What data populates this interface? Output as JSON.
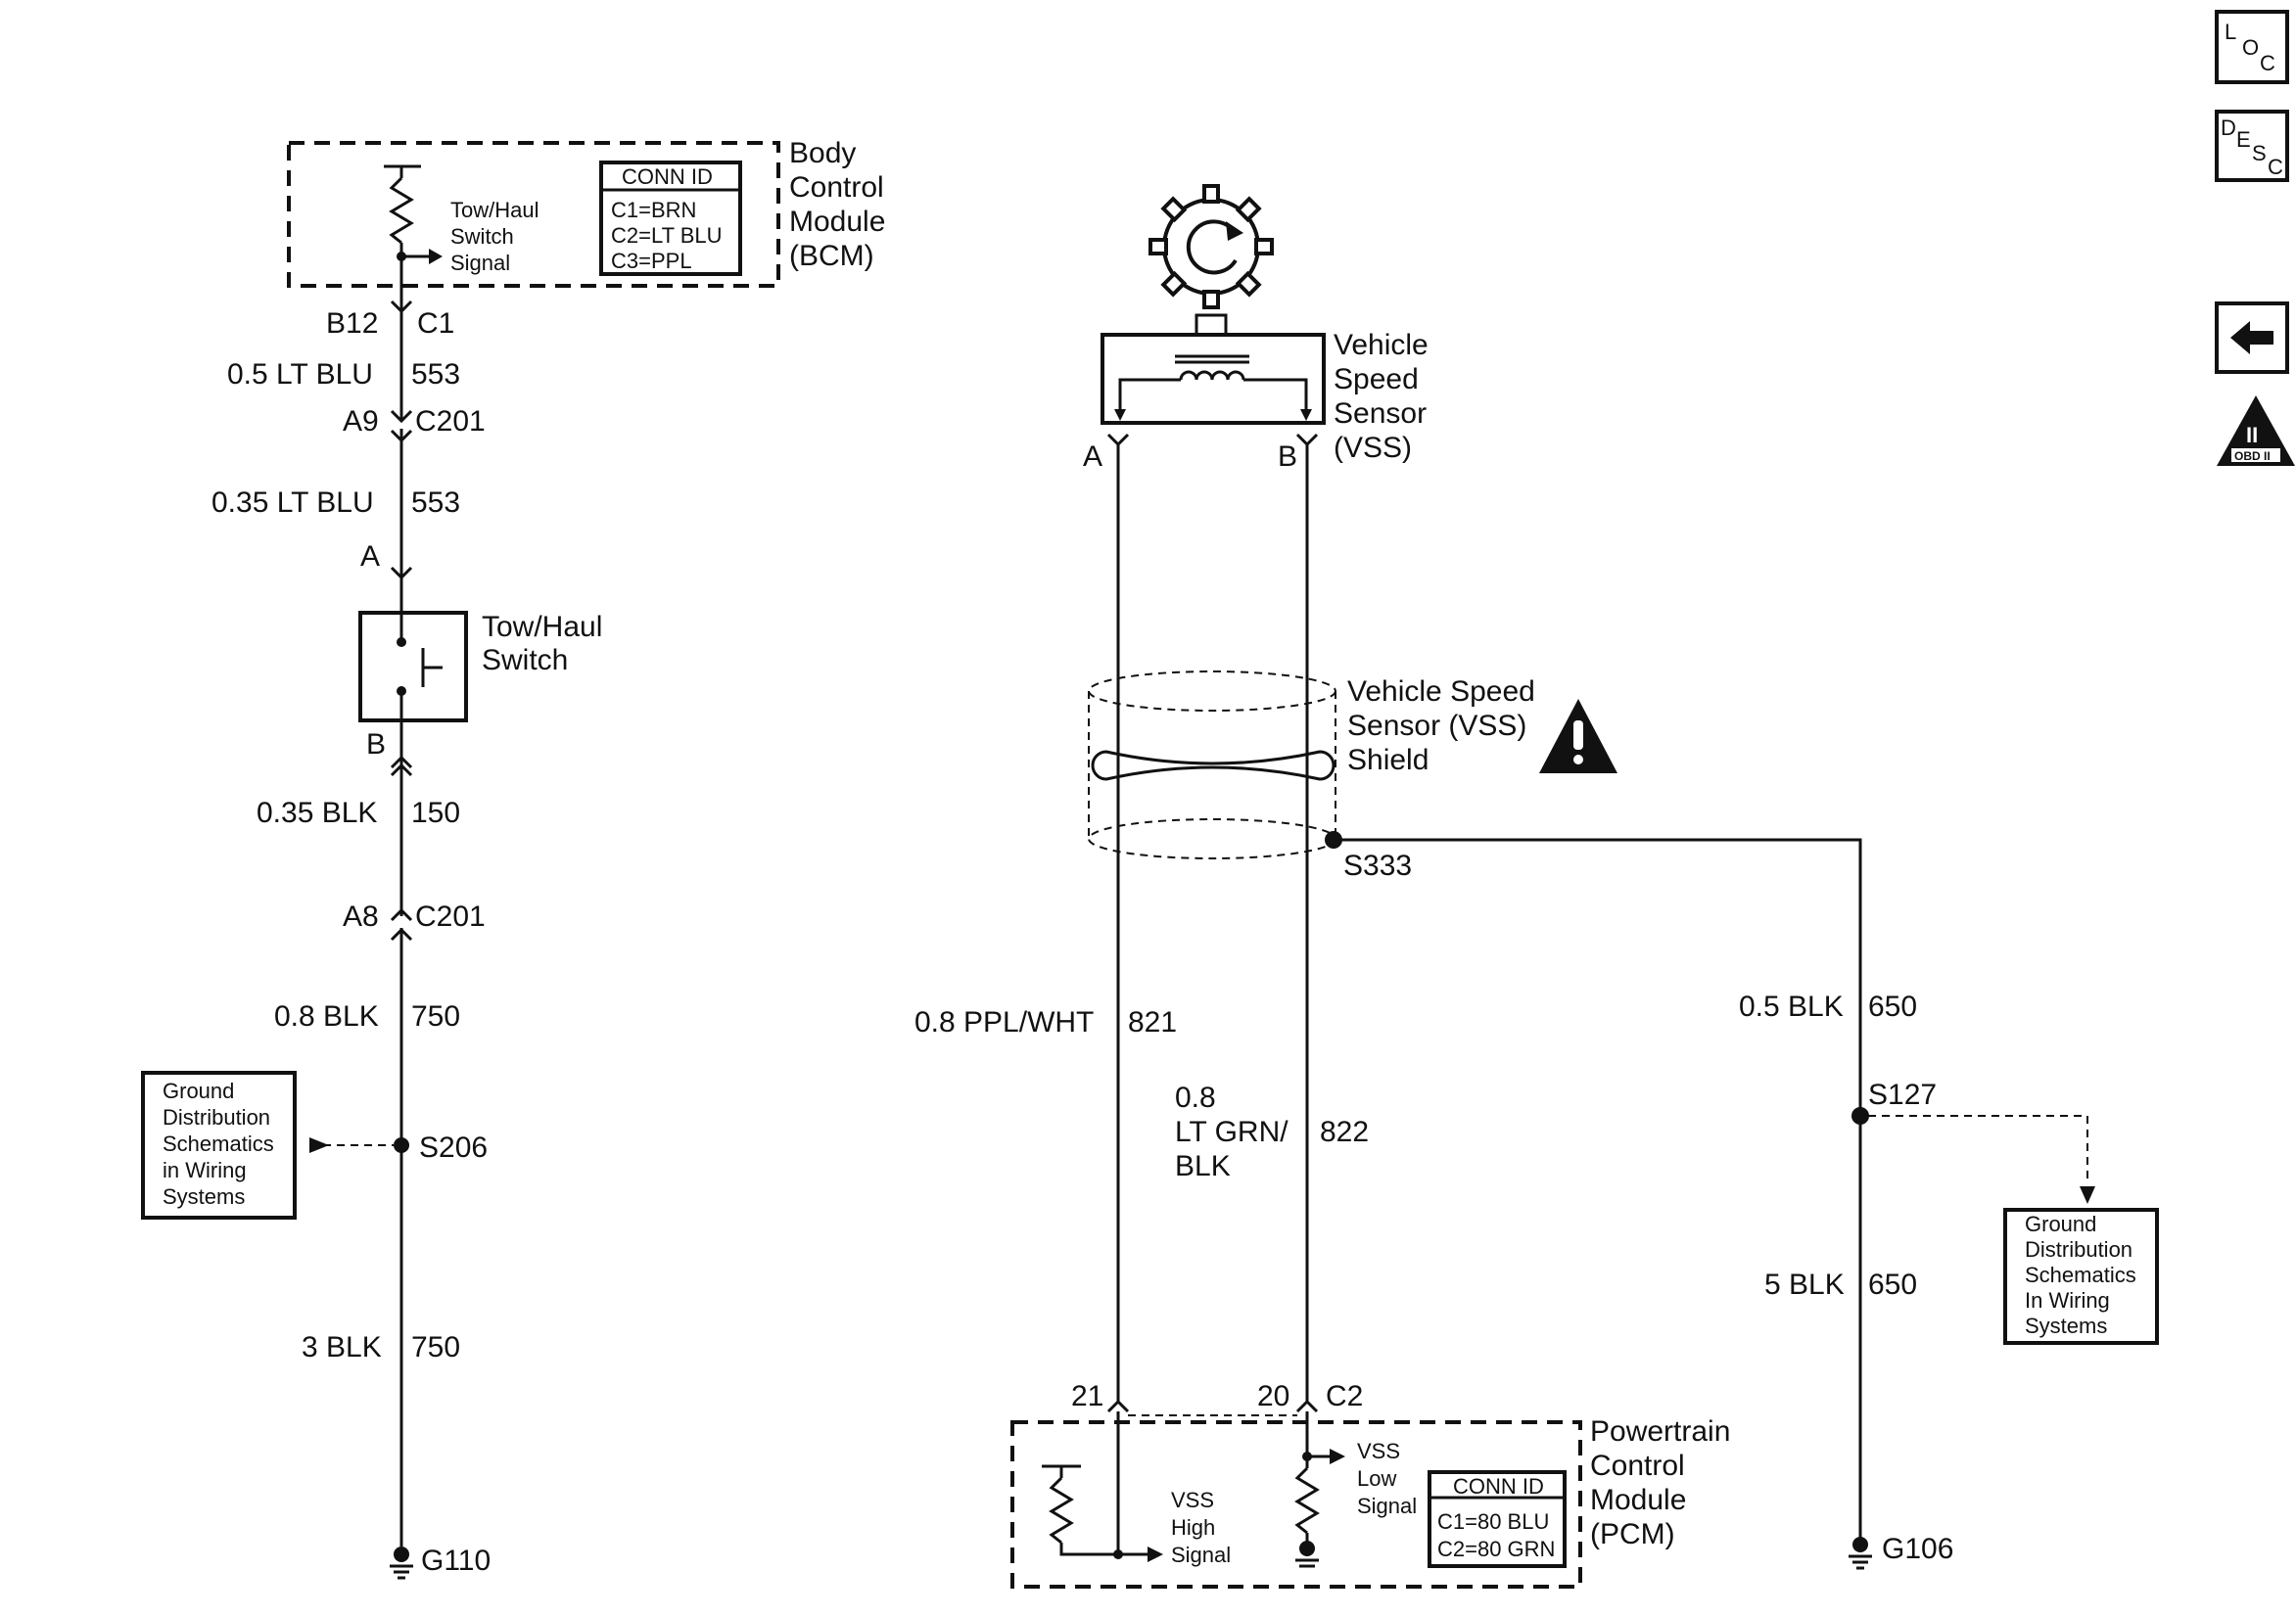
{
  "bcm": {
    "name_lines": [
      "Body",
      "Control",
      "Module",
      "(BCM)"
    ],
    "signal_lines": [
      "Tow/Haul",
      "Switch",
      "Signal"
    ],
    "conn_title": "CONN ID",
    "conn_lines": [
      "C1=BRN",
      "C2=LT BLU",
      "C3=PPL"
    ]
  },
  "left_circuit": {
    "b12": "B12",
    "c1": "C1",
    "w1_color": "0.5 LT BLU",
    "w1_num": "553",
    "a9": "A9",
    "c201_top": "C201",
    "w2_color": "0.35 LT BLU",
    "w2_num": "553",
    "pin_a": "A",
    "switch_lines": [
      "Tow/Haul",
      "Switch"
    ],
    "pin_b": "B",
    "w3_color": "0.35 BLK",
    "w3_num": "150",
    "a8": "A8",
    "c201_bottom": "C201",
    "w4_color": "0.8 BLK",
    "w4_num": "750",
    "s206": "S206",
    "ground_ref_lines": [
      "Ground",
      "Distribution",
      "Schematics",
      "in Wiring",
      "Systems"
    ],
    "w5_color": "3 BLK",
    "w5_num": "750",
    "g110": "G110"
  },
  "vss": {
    "name_lines": [
      "Vehicle",
      "Speed",
      "Sensor",
      "(VSS)"
    ],
    "pin_a": "A",
    "pin_b": "B",
    "shield_lines": [
      "Vehicle Speed",
      "Sensor (VSS)",
      "Shield"
    ],
    "s333": "S333",
    "w821_color": "0.8 PPL/WHT",
    "w821_num": "821",
    "w822_color_lines": [
      "0.8",
      "LT GRN/",
      "BLK"
    ],
    "w822_num": "822"
  },
  "right_circuit": {
    "w650a_color": "0.5 BLK",
    "w650a_num": "650",
    "s127": "S127",
    "ground_ref_lines": [
      "Ground",
      "Distribution",
      "Schematics",
      "In Wiring",
      "Systems"
    ],
    "w650b_color": "5 BLK",
    "w650b_num": "650",
    "g106": "G106"
  },
  "pcm": {
    "pin21": "21",
    "pin20": "20",
    "conn": "C2",
    "high_lines": [
      "VSS",
      "High",
      "Signal"
    ],
    "low_lines": [
      "VSS",
      "Low",
      "Signal"
    ],
    "conn_title": "CONN ID",
    "conn_lines": [
      "C1=80 BLU",
      "C2=80 GRN"
    ],
    "name_lines": [
      "Powertrain",
      "Control",
      "Module",
      "(PCM)"
    ]
  },
  "nav": {
    "loc": [
      "L",
      "O",
      "C"
    ],
    "desc": [
      "D",
      "E",
      "S",
      "C"
    ],
    "obd_top": "II",
    "obd_bottom": "OBD II"
  }
}
